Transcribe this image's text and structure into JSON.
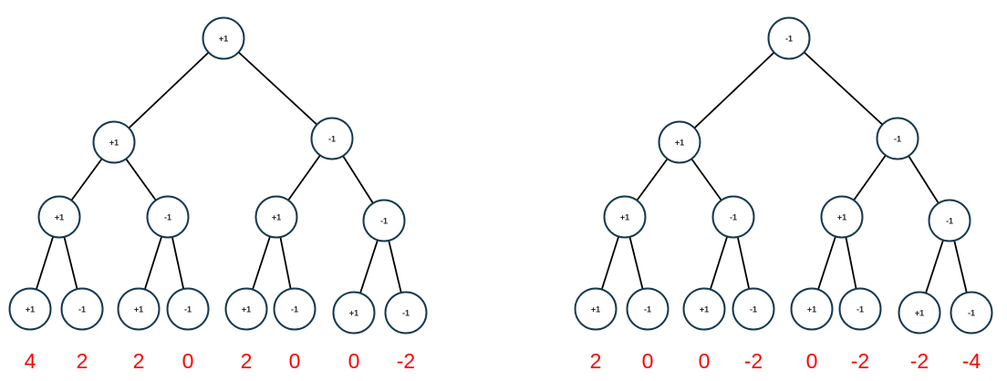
{
  "colors": {
    "node_stroke": "#15394f",
    "node_fill": "#ffffff",
    "node_text": "#2b2b2b",
    "edge": "#000000",
    "leaf_value": "#ff0000",
    "background": "#ffffff"
  },
  "trees": [
    {
      "name": "left",
      "levels": [
        [
          "+1"
        ],
        [
          "+1",
          "-1"
        ],
        [
          "+1",
          "-1",
          "+1",
          "-1"
        ],
        [
          "+1",
          "-1",
          "+1",
          "-1",
          "+1",
          "-1",
          "+1",
          "-1"
        ]
      ],
      "leaf_sums": [
        "4",
        "2",
        "2",
        "0",
        "2",
        "0",
        "0",
        "-2"
      ]
    },
    {
      "name": "right",
      "levels": [
        [
          "-1"
        ],
        [
          "+1",
          "-1"
        ],
        [
          "+1",
          "-1",
          "+1",
          "-1"
        ],
        [
          "+1",
          "-1",
          "+1",
          "-1",
          "+1",
          "-1",
          "+1",
          "-1"
        ]
      ],
      "leaf_sums": [
        "2",
        "0",
        "0",
        "-2",
        "0",
        "-2",
        "-2",
        "-4"
      ]
    }
  ]
}
